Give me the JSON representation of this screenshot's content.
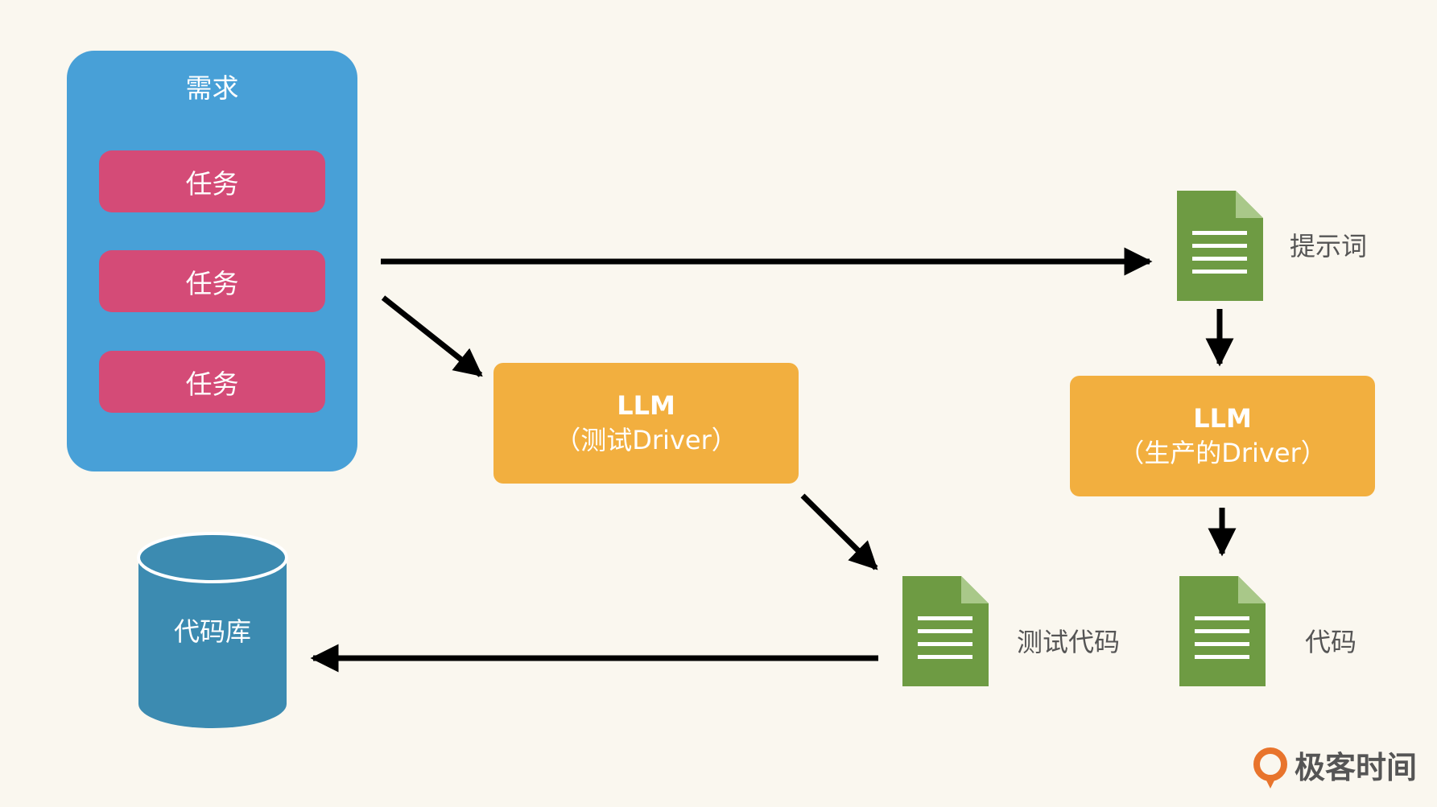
{
  "requirement": {
    "title": "需求",
    "tasks": [
      "任务",
      "任务",
      "任务"
    ]
  },
  "llm_test": {
    "line1": "LLM",
    "line2": "（测试Driver）"
  },
  "llm_prod": {
    "line1": "LLM",
    "line2": "（生产的Driver）"
  },
  "documents": {
    "prompt": "提示词",
    "test_code": "测试代码",
    "code": "代码"
  },
  "repository": {
    "label": "代码库"
  },
  "brand": {
    "name": "极客时间"
  },
  "colors": {
    "background": "#faf7ef",
    "requirement_box": "#48a0d7",
    "task_box": "#d44b77",
    "llm_box": "#f2af3f",
    "document": "#6e9b43",
    "repository": "#3c8bb1",
    "arrow": "#000000",
    "brand_accent": "#e8742c"
  }
}
